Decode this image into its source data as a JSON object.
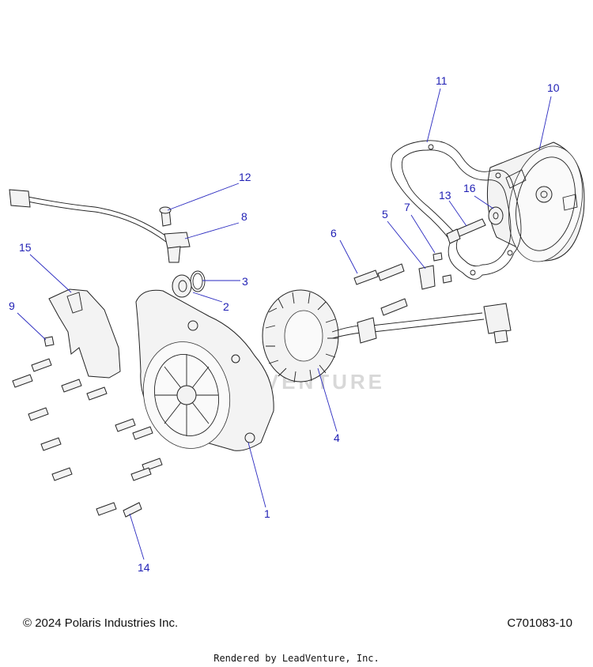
{
  "diagram": {
    "watermark": "LEADVENTURE",
    "callouts": {
      "c1": "1",
      "c2": "2",
      "c3": "3",
      "c4": "4",
      "c5": "5",
      "c6": "6",
      "c7": "7",
      "c8": "8",
      "c9": "9",
      "c10": "10",
      "c11": "11",
      "c12": "12",
      "c13": "13",
      "c14": "14",
      "c15": "15",
      "c16": "16"
    }
  },
  "footer": {
    "copyright": "© 2024 Polaris Industries Inc.",
    "doc_number": "C701083-10",
    "rendered_by": "Rendered by LeadVenture, Inc."
  },
  "colors": {
    "callout": "#1f1fb4",
    "line": "#222222"
  }
}
